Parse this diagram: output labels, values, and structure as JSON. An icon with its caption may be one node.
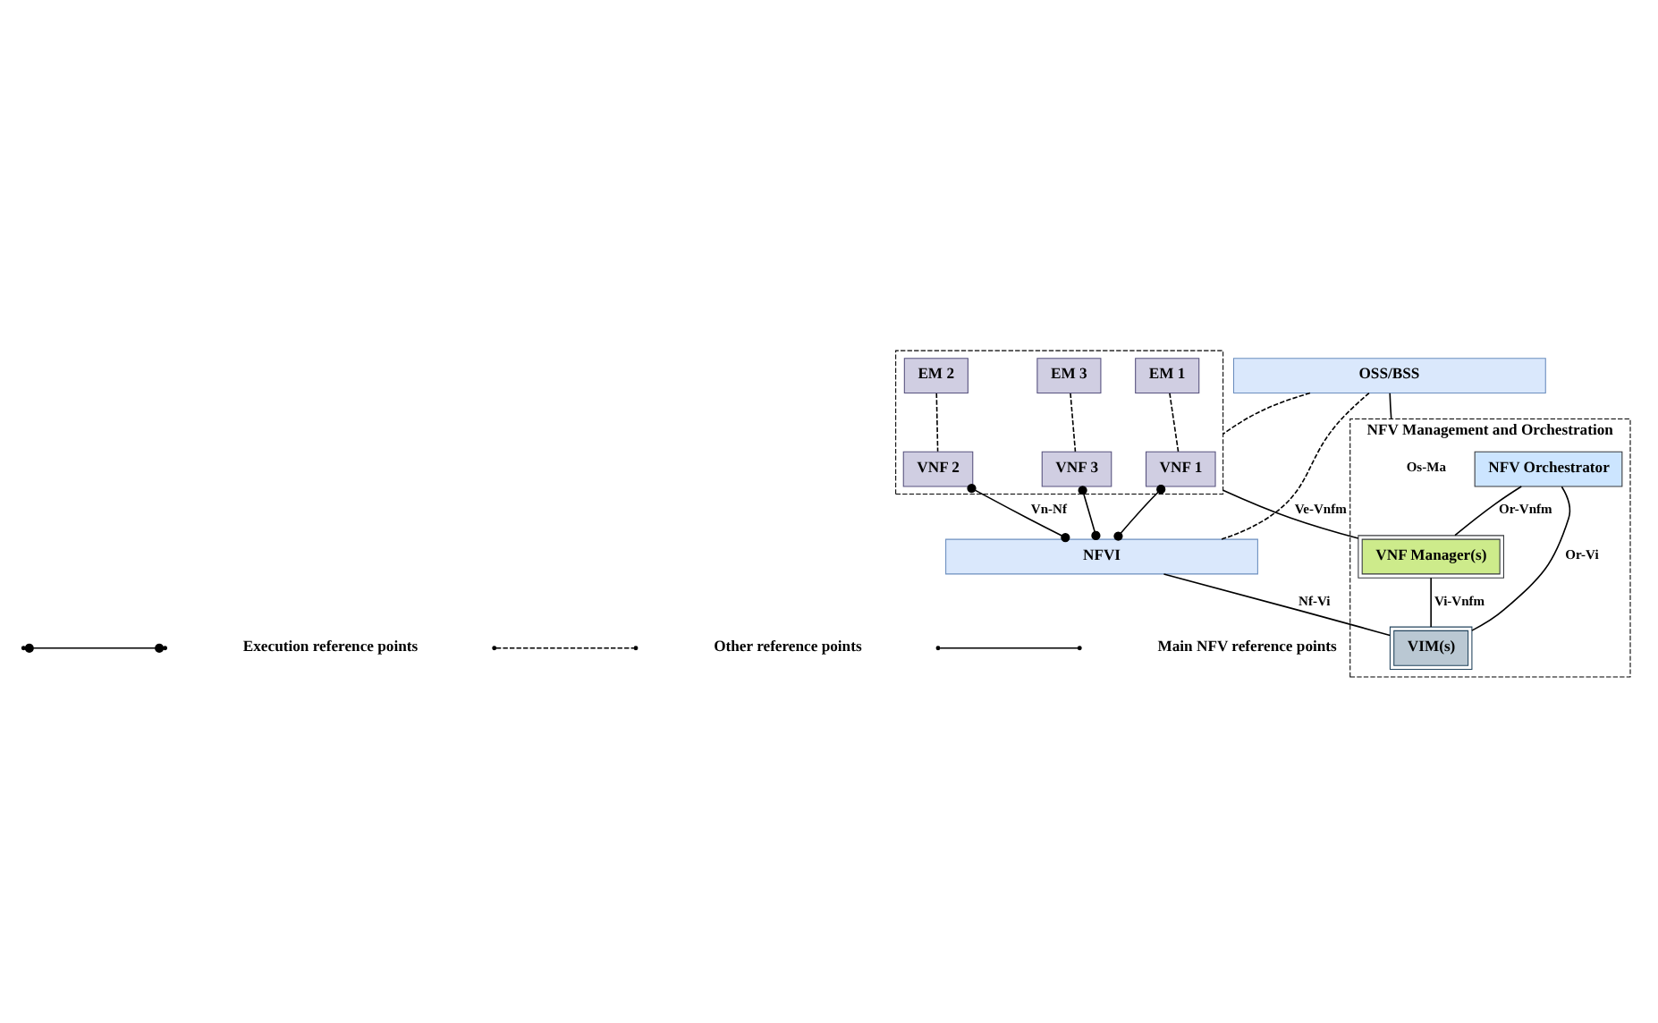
{
  "diagram": {
    "nodes": [
      {
        "text": [
          "OSS/BSS"
        ]
      },
      {
        "text": [],
        "shape": "box"
      },
      {
        "text": [
          "EM 1"
        ],
        "in": 1
      },
      {
        "text": [
          "EM 2"
        ],
        "in": 1
      },
      {
        "text": [
          "EM 3"
        ],
        "in": 1
      },
      {
        "text": [
          "VNF 1"
        ],
        "in": 1
      },
      {
        "text": [
          "VNF 2"
        ],
        "in": 1
      },
      {
        "text": [
          "VNF 3"
        ],
        "in": 1
      },
      {
        "text": [
          "NFVI"
        ]
      },
      {
        "text": [
          "NFV Management and Orchestration"
        ]
      },
      {
        "text": [
          "NFV Orchestrator"
        ],
        "in": 9
      },
      {
        "text": [
          "VNF Manager(s)"
        ],
        "in": 9
      },
      {
        "text": [
          "VIM(s)"
        ],
        "in": 9
      }
    ],
    "edges": [
      {
        "from": 0,
        "to": 1,
        "arrow": "none",
        "style": "dashed"
      },
      {
        "from": 0,
        "to": 8,
        "arrow": "none",
        "style": "dashed"
      },
      {
        "from": 2,
        "to": 5,
        "arrow": "none",
        "style": "dashed"
      },
      {
        "from": 3,
        "to": 6,
        "arrow": "none",
        "style": "dashed"
      },
      {
        "from": 4,
        "to": 7,
        "arrow": "none",
        "style": "dashed"
      },
      {
        "from": 5,
        "to": 8,
        "arrow": "other"
      },
      {
        "from": 6,
        "to": 8,
        "arrow": "other",
        "label": "Vn-Nf"
      },
      {
        "from": 7,
        "to": 8,
        "arrow": "other"
      },
      {
        "from": 0,
        "to": 9,
        "arrow": "none",
        "label": "Os-Ma"
      },
      {
        "from": 10,
        "to": 11,
        "arrow": "none",
        "label": "Or-Vnfm"
      },
      {
        "from": 1,
        "to": 11,
        "arrow": "none",
        "label": "Ve-Vnfm"
      },
      {
        "from": 11,
        "to": 12,
        "arrow": "none",
        "label": "Vi-Vnfm"
      },
      {
        "from": 8,
        "to": 12,
        "arrow": "none",
        "label": "Nf-Vi"
      },
      {
        "from": 10,
        "to": 12,
        "arrow": "none",
        "label": "Or-Vi"
      }
    ],
    "legend": [
      {
        "text": "Execution reference points"
      },
      {
        "text": "Other reference points"
      },
      {
        "text": "Main NFV reference points"
      }
    ]
  }
}
